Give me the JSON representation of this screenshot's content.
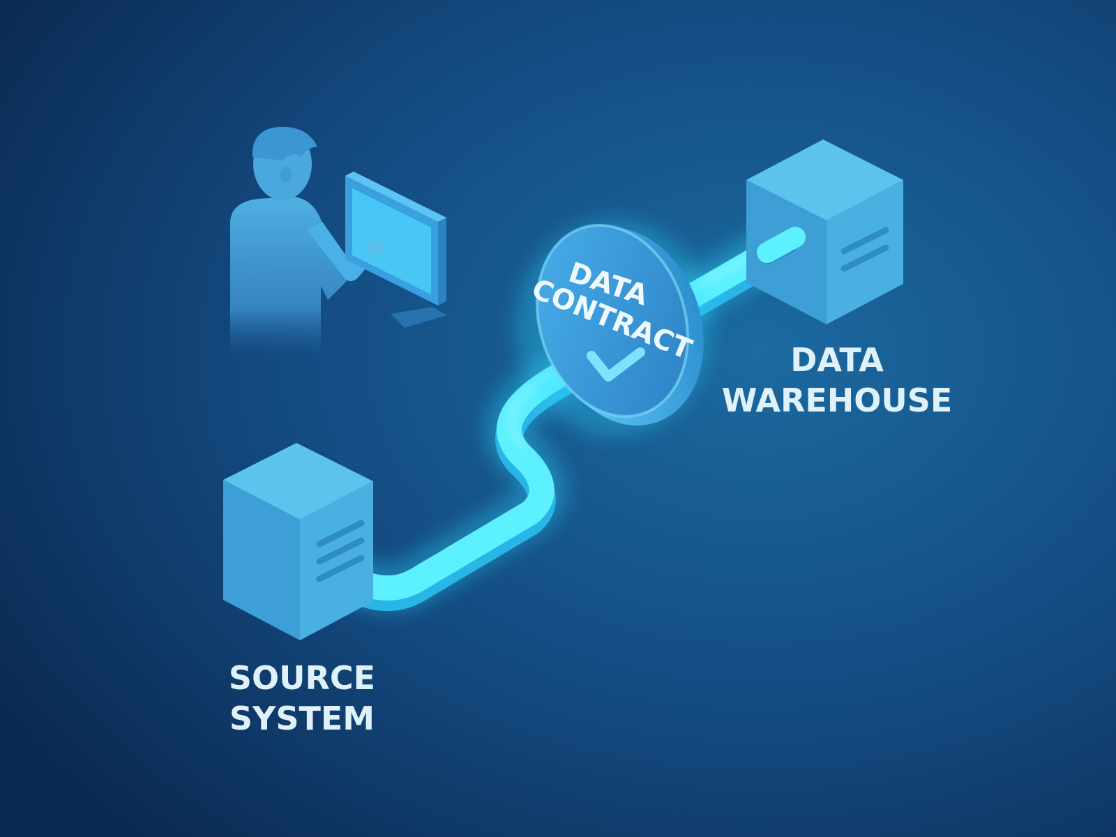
{
  "labels": {
    "source_line1": "SOURCE",
    "source_line2": "SYSTEM",
    "warehouse_line1": "DATA",
    "warehouse_line2": "WAREHOUSE"
  },
  "badge": {
    "line1": "DATA",
    "line2": "CONTRACT",
    "icon": "checkmark-icon"
  },
  "icons": {
    "source": "server-icon",
    "warehouse": "server-icon",
    "user": "person-at-computer-icon"
  },
  "colors": {
    "background_dark": "#0b2a52",
    "background_light": "#1a5a8e",
    "node_top": "#5cc2ee",
    "node_left": "#3d9fd6",
    "node_right": "#4ab0e2",
    "pipe": "#5df0ff",
    "pipe_glow": "#3fe0ff",
    "label": "#dff2fb"
  }
}
